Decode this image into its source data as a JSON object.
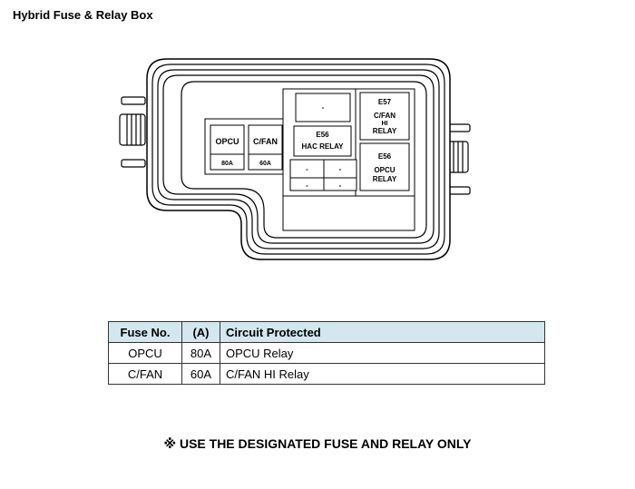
{
  "title": "Hybrid Fuse & Relay Box",
  "diagram": {
    "fuses": [
      {
        "label": "OPCU",
        "rating": "80A"
      },
      {
        "label": "C/FAN",
        "rating": "60A"
      }
    ],
    "top_slot": "-",
    "relays": {
      "e57": {
        "code": "E57",
        "lines": [
          "C/FAN",
          "HI",
          "RELAY"
        ]
      },
      "e56_hac": {
        "code": "E56",
        "name": "HAC RELAY"
      },
      "e56_opcu": {
        "code": "E56",
        "lines": [
          "OPCU",
          "RELAY"
        ]
      }
    },
    "small_slots": [
      {
        "top": "-",
        "bottom": "-"
      },
      {
        "top": "-",
        "bottom": "-"
      }
    ]
  },
  "table": {
    "headers": [
      "Fuse No.",
      "(A)",
      "Circuit Protected"
    ],
    "rows": [
      [
        "OPCU",
        "80A",
        "OPCU Relay"
      ],
      [
        "C/FAN",
        "60A",
        "C/FAN HI Relay"
      ]
    ]
  },
  "note": "※ USE THE DESIGNATED FUSE AND RELAY ONLY",
  "colors": {
    "table_header_bg": "#d3e7ef",
    "line": "#000000"
  }
}
